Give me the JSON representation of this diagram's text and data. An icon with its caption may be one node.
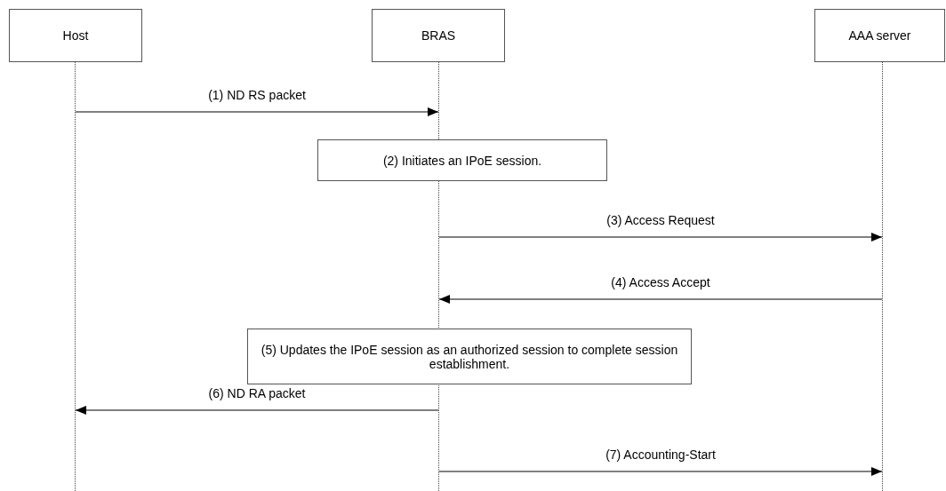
{
  "diagram": {
    "nodes": [
      {
        "text": [
          "Host"
        ]
      },
      {
        "text": [
          "BRAS"
        ]
      },
      {
        "text": [
          "AAA server"
        ]
      },
      {
        "text": [
          "(2) Initiates an IPoE session."
        ]
      },
      {
        "text": [
          "(5) Updates the IPoE session as an authorized session to complete session establishment."
        ]
      },
      {
        "text": [],
        "shape": "line"
      },
      {
        "text": [],
        "shape": "line"
      },
      {
        "text": [],
        "shape": "line"
      }
    ],
    "edges": [
      {
        "from": 5,
        "to": 6,
        "arrow": "to",
        "label": "(1) ND RS packet"
      },
      {
        "from": 6,
        "to": 7,
        "arrow": "to",
        "label": "(3) Access Request"
      },
      {
        "from": 7,
        "to": 6,
        "arrow": "to",
        "label": "(4) Access Accept"
      },
      {
        "from": 6,
        "to": 5,
        "arrow": "to",
        "label": "(6) ND RA packet"
      },
      {
        "from": 6,
        "to": 7,
        "arrow": "to",
        "label": "(7) Accounting-Start"
      }
    ]
  }
}
